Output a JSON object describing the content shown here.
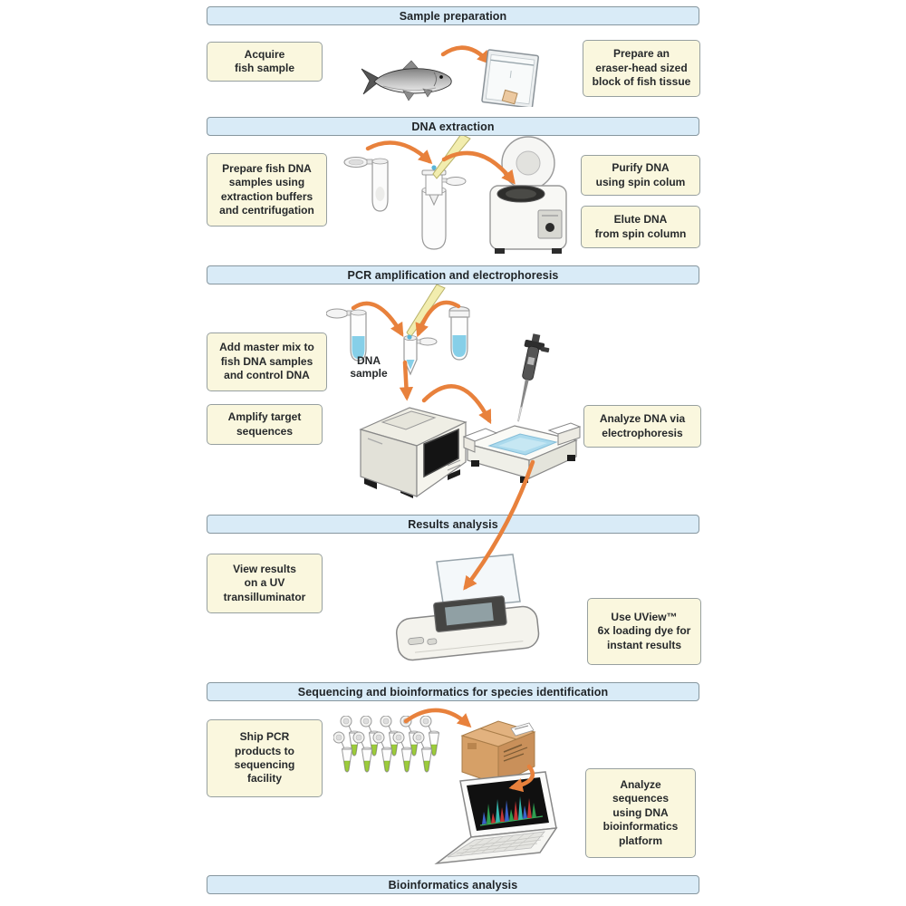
{
  "colors": {
    "header_bg": "#d9ebf7",
    "header_border": "#87979f",
    "box_bg": "#faf7de",
    "box_border": "#97a0a0",
    "arrow": "#e8813c",
    "text": "#26292b",
    "liquid_blue": "#86cfe8",
    "tube_green": "#9ccb3b",
    "cardboard": "#d6a067"
  },
  "sections": {
    "sample_prep": {
      "title": "Sample preparation",
      "left_box": "Acquire\nfish sample",
      "right_box": "Prepare an\neraser-head sized\nblock of fish tissue"
    },
    "dna_extraction": {
      "title": "DNA extraction",
      "left_box": "Prepare fish DNA\nsamples using\nextraction buffers\nand centrifugation",
      "right_box_1": "Purify DNA\nusing spin colum",
      "right_box_2": "Elute DNA\nfrom spin column"
    },
    "pcr": {
      "title": "PCR amplification and electrophoresis",
      "left_box_1": "Add master mix to\nfish DNA samples\nand control DNA",
      "left_box_2": "Amplify target\nsequences",
      "right_box": "Analyze DNA via\nelectrophoresis",
      "sample_label": "DNA\nsample"
    },
    "results": {
      "title": "Results analysis",
      "left_box": "View results\non a UV\ntransilluminator",
      "right_box": "Use UView™\n6x loading dye for\ninstant results"
    },
    "sequencing": {
      "title": "Sequencing and bioinformatics for species identification",
      "left_box": "Ship PCR\nproducts to\nsequencing\nfacility",
      "right_box": "Analyze\nsequences\nusing DNA\nbioinformatics\nplatform"
    },
    "bioinformatics": {
      "title": "Bioinformatics analysis"
    }
  },
  "icons": [
    "fish-icon",
    "sample-bag-icon",
    "microcentrifuge-tube-icon",
    "spin-column-icon",
    "yellow-pipette-icon",
    "centrifuge-icon",
    "dna-sample-tubes-icon",
    "pcr-thermocycler-icon",
    "gel-electrophoresis-box-icon",
    "micropipette-icon",
    "uv-transilluminator-icon",
    "pcr-tube-strip-icon",
    "shipping-box-icon",
    "laptop-chromatogram-icon",
    "flow-arrow-icon"
  ]
}
